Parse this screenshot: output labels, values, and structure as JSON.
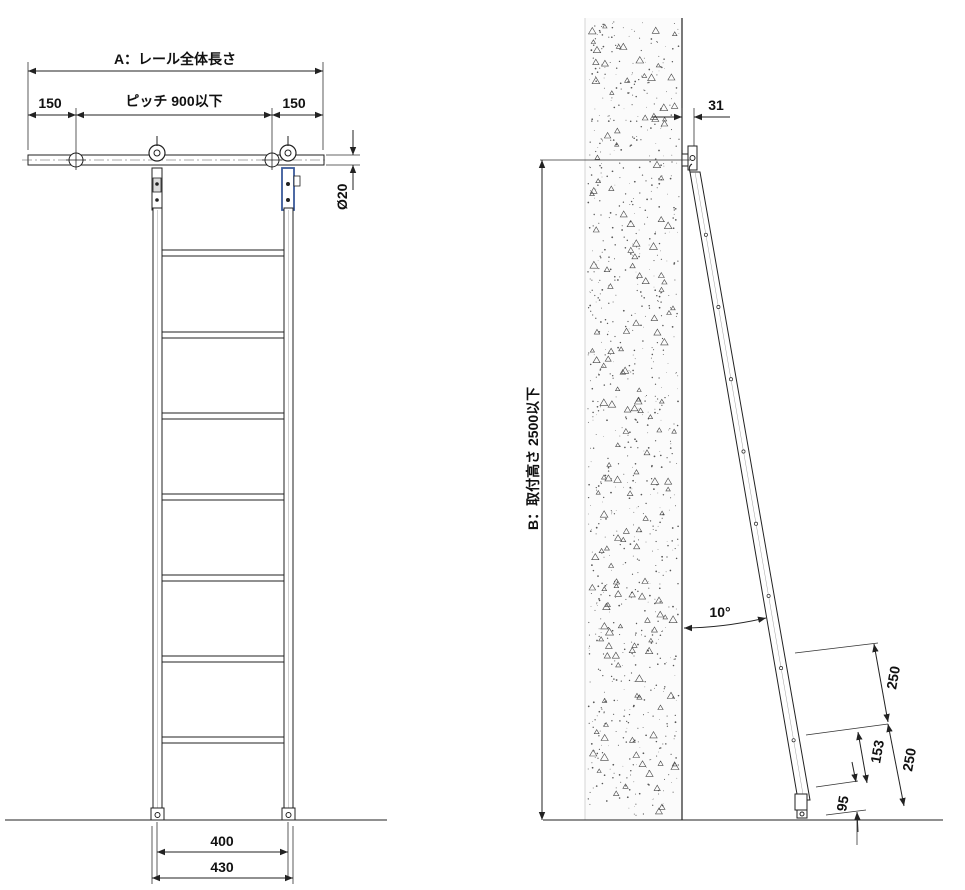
{
  "front_view": {
    "rail_length_label": "A：レール全体長さ",
    "left_overhang": "150",
    "pitch_label": "ピッチ 900以下",
    "right_overhang": "150",
    "rail_diameter": "Ø20",
    "inner_width": "400",
    "outer_width": "430"
  },
  "side_view": {
    "offset": "31",
    "mount_height_label": "B：取付高さ 2500以下",
    "angle": "10°",
    "step_spacing_top": "250",
    "step_spacing_bottom": "250",
    "step_offset": "153",
    "bottom_offset": "95"
  },
  "colors": {
    "line": "#222222",
    "highlight": "#3a5a9a"
  }
}
